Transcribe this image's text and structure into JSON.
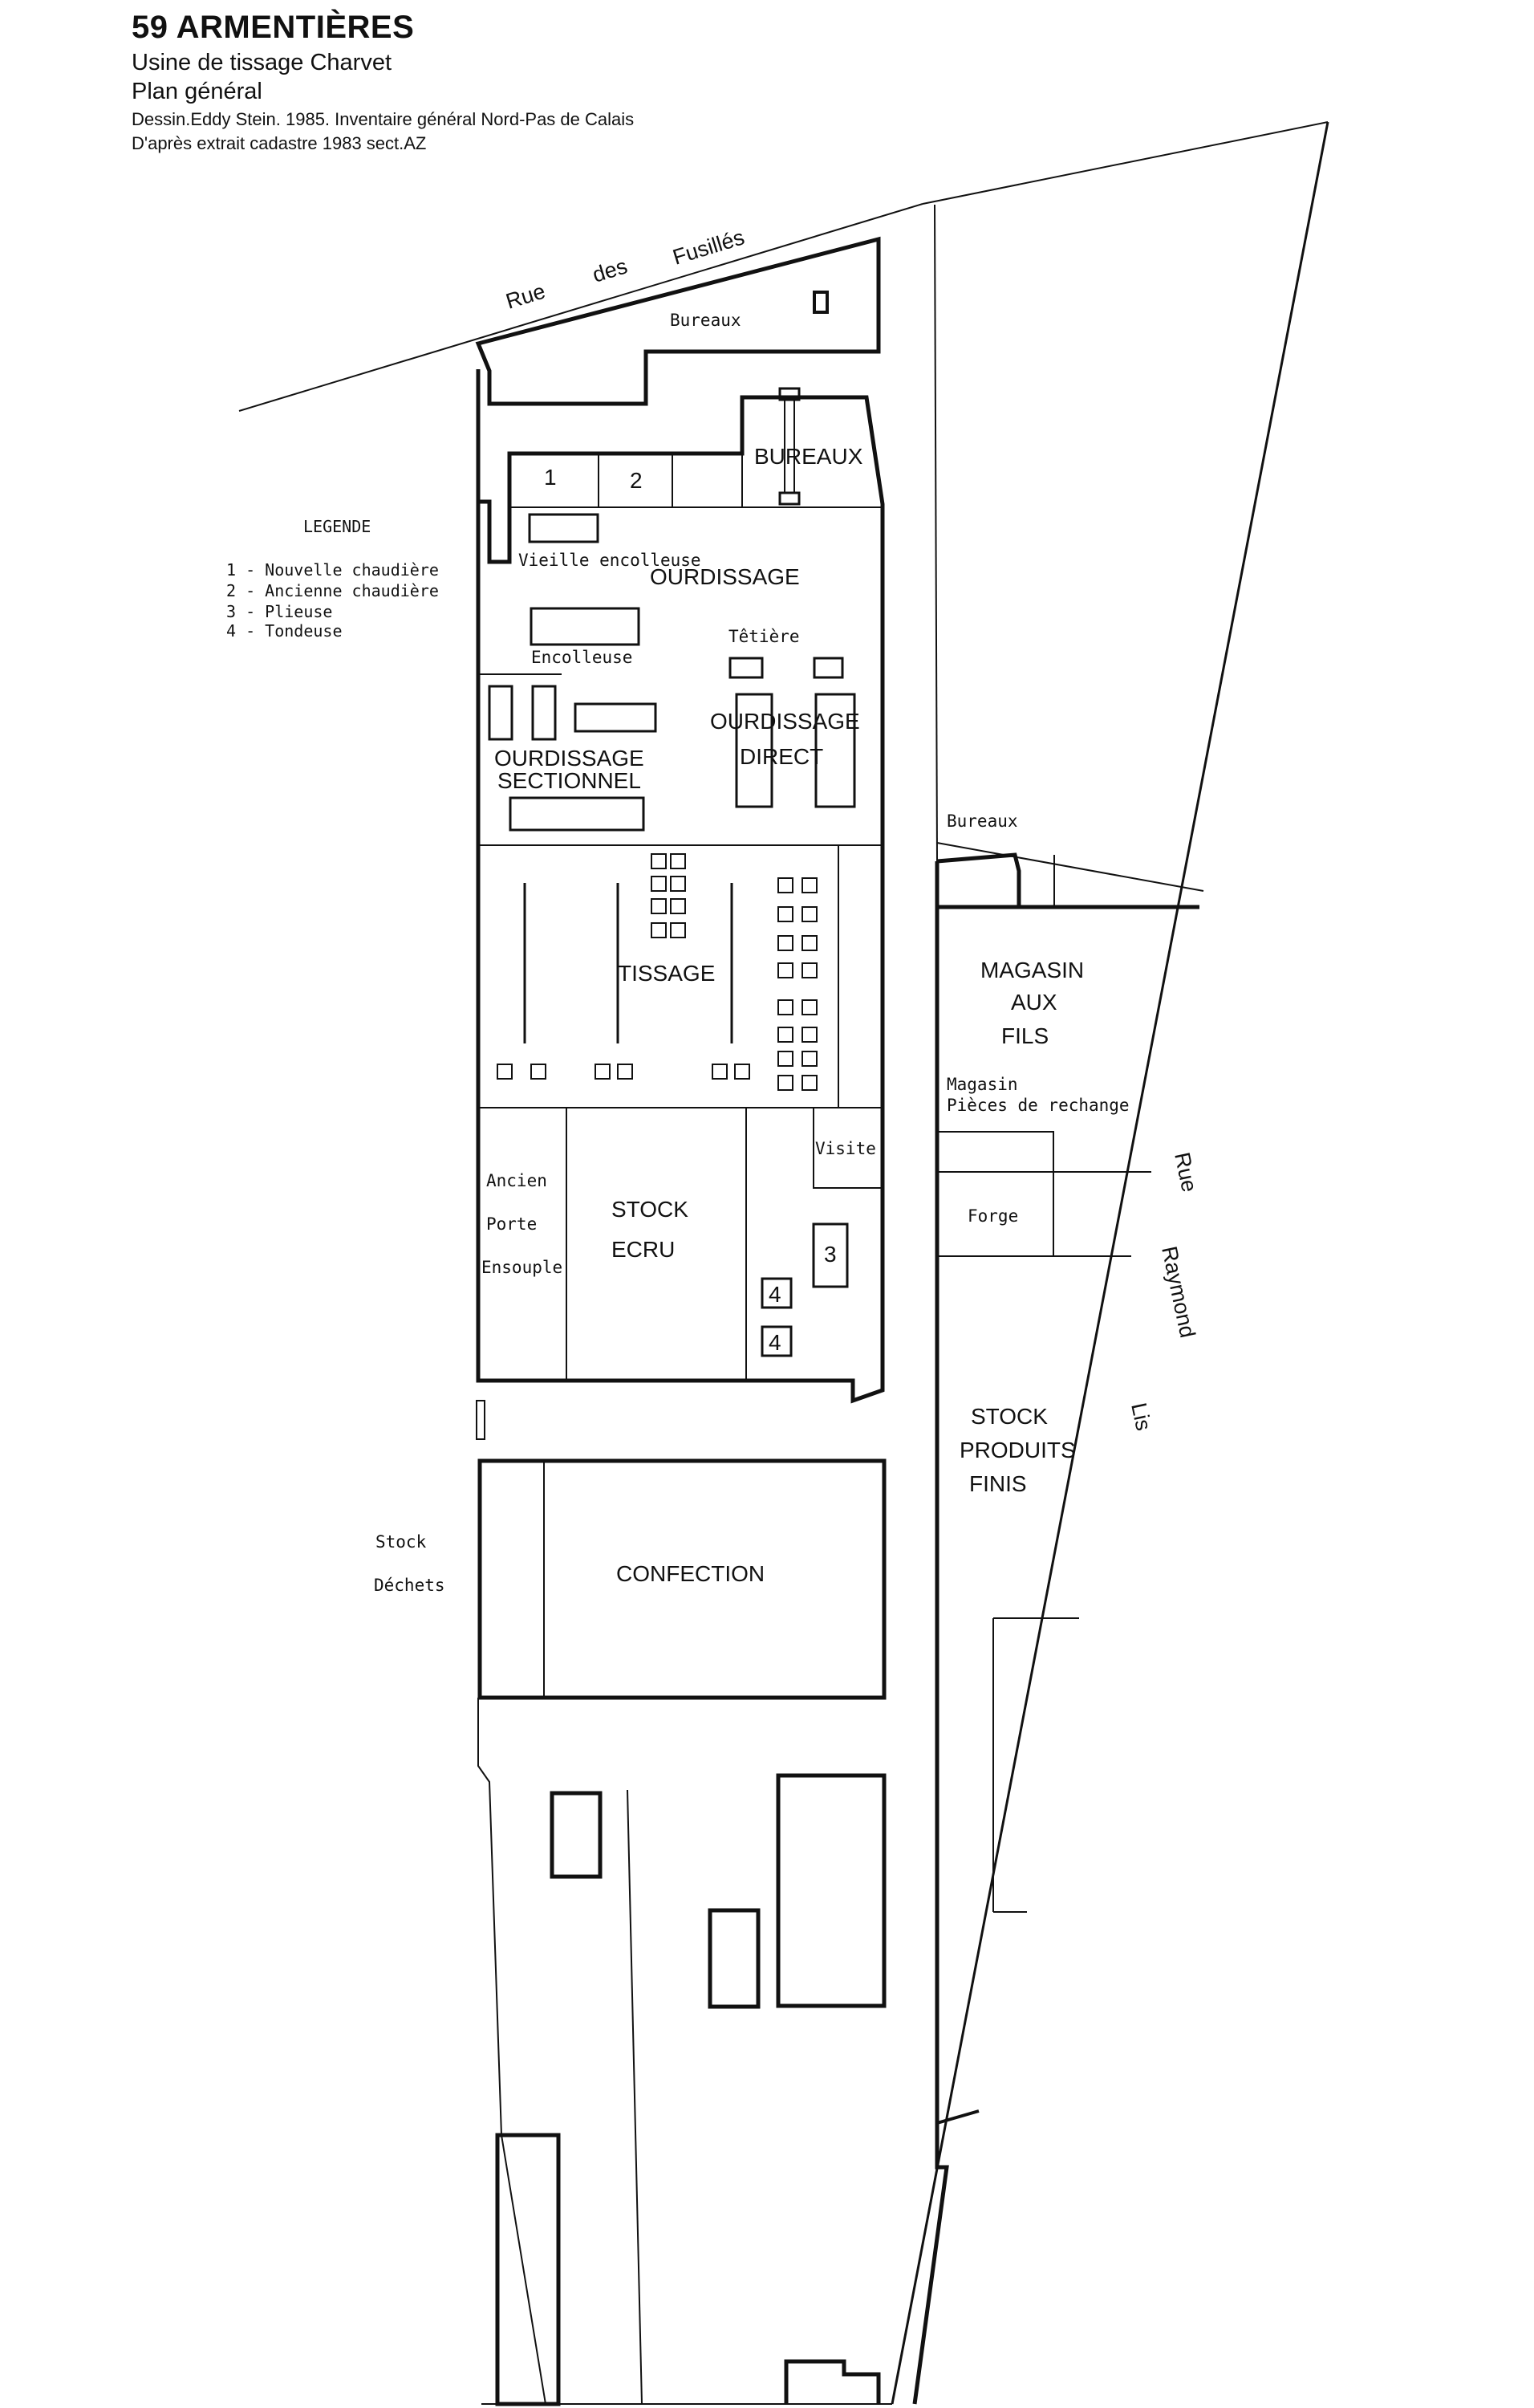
{
  "header": {
    "title": "59 ARMENTIÈRES",
    "subtitle1": "Usine de tissage Charvet",
    "subtitle2": "Plan général",
    "credit1": "Dessin.Eddy Stein. 1985. Inventaire général Nord-Pas de Calais",
    "credit2": "D'après extrait cadastre 1983 sect.AZ"
  },
  "legend": {
    "title": "LEGENDE",
    "items": [
      "1 - Nouvelle chaudière",
      "2 - Ancienne chaudière",
      "3 - Plieuse",
      "4 - Tondeuse"
    ]
  },
  "streets": {
    "rue_des_fusilles": [
      "Rue",
      "des",
      "Fusillés"
    ],
    "rue_raymond_lis": [
      "Rue",
      "Raymond",
      "Lis"
    ]
  },
  "rooms": {
    "bureaux_top": "Bureaux",
    "bureaux_main": "BUREAUX",
    "boiler_1": "1",
    "boiler_2": "2",
    "vieille_encolleuse": "Vieille encolleuse",
    "ourdissage": "OURDISSAGE",
    "tetiere": "Têtière",
    "encolleuse": "Encolleuse",
    "ourdissage_direct_1": "OURDISSAGE",
    "ourdissage_direct_2": "DIRECT",
    "ourdissage_sectionnel_1": "OURDISSAGE",
    "ourdissage_sectionnel_2": "SECTIONNEL",
    "tissage": "TISSAGE",
    "ancien_porte_ensouple": [
      "Ancien",
      "Porte",
      "Ensouple"
    ],
    "stock_ecru": [
      "STOCK",
      "ECRU"
    ],
    "visite": "Visite",
    "plieuse_num": "3",
    "tondeuse_num": [
      "4",
      "4"
    ],
    "bureaux_right": "Bureaux",
    "magasin_aux_fils": [
      "MAGASIN",
      "AUX",
      "FILS"
    ],
    "magasin_pieces": [
      "Magasin",
      "Pièces de rechange"
    ],
    "forge": "Forge",
    "stock_produits_finis": [
      "STOCK",
      "PRODUITS",
      "FINIS"
    ],
    "stock_dechets": [
      "Stock",
      "Déchets"
    ],
    "confection": "CONFECTION"
  },
  "colors": {
    "ink": "#111111",
    "paper": "#ffffff"
  }
}
